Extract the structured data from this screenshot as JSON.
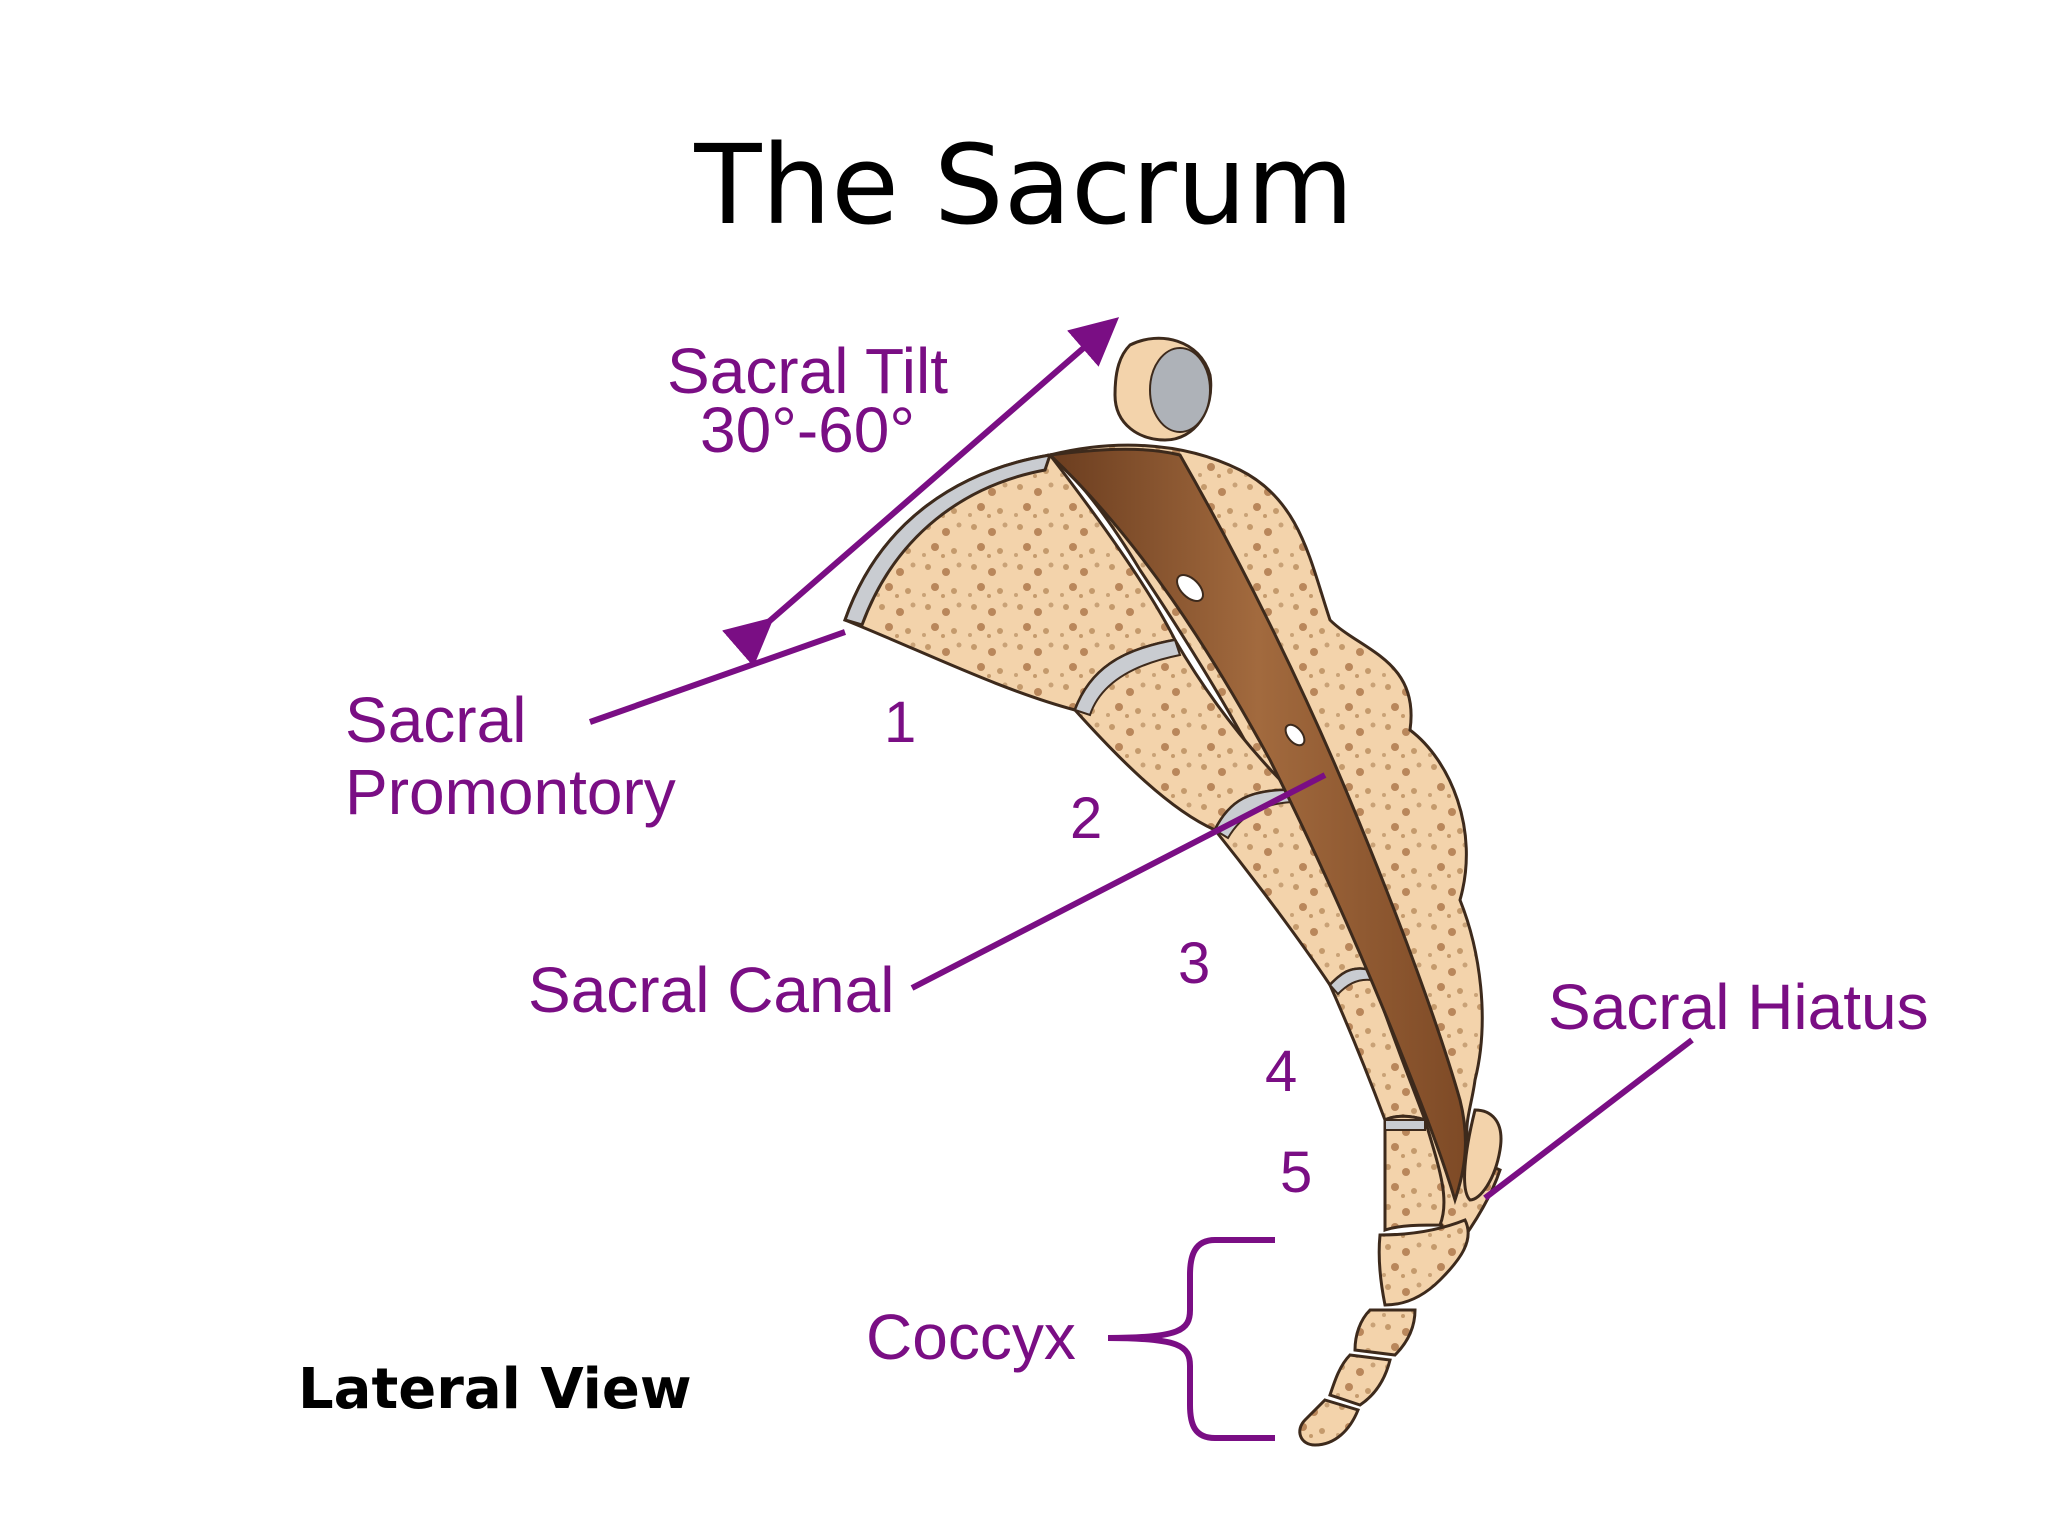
{
  "title": "The Sacrum",
  "labels": {
    "sacral_tilt": "Sacral Tilt",
    "sacral_tilt_range": "30°-60°",
    "sacral_promontory_1": "Sacral",
    "sacral_promontory_2": "Promontory",
    "sacral_canal": "Sacral Canal",
    "sacral_hiatus": "Sacral Hiatus",
    "coccyx": "Coccyx",
    "view": "Lateral View"
  },
  "segments": [
    "1",
    "2",
    "3",
    "4",
    "5"
  ],
  "colors": {
    "label": "#7a0e84",
    "bone": "#f3d3ab",
    "bone_dark": "#8a5a34",
    "cartilage": "#c9ccd1"
  }
}
